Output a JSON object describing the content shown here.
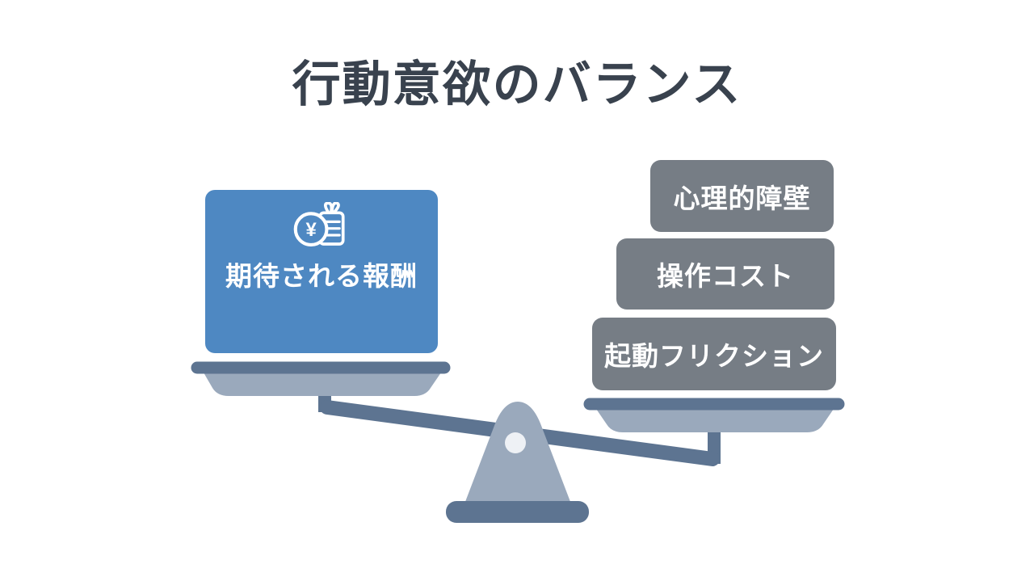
{
  "title": "行動意欲のバランス",
  "scale": {
    "left": {
      "label": "期待される報酬",
      "icon": "coin-gift-icon",
      "icon_symbol": "¥",
      "box_color": "#4e88c2",
      "text_color": "#ffffff"
    },
    "right": {
      "items": [
        {
          "label": "心理的障壁"
        },
        {
          "label": "操作コスト"
        },
        {
          "label": "起動フリクション"
        }
      ],
      "box_color": "#767d85",
      "text_color": "#ffffff"
    },
    "tilt": "left-up-right-down"
  },
  "colors": {
    "background": "#ffffff",
    "title_text": "#39424e",
    "scale_dark": "#5d7491",
    "scale_light": "#9aa9bc",
    "pivot_dot": "#eef1f5"
  }
}
